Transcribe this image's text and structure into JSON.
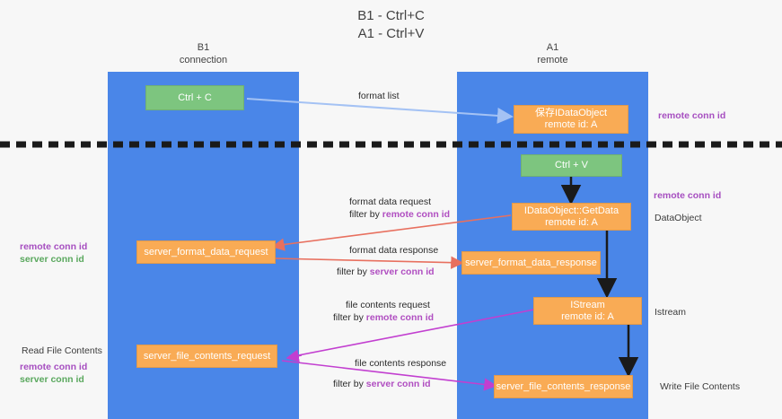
{
  "title": "B1 - Ctrl+C\nA1 - Ctrl+V",
  "columns": {
    "left": "B1\nconnection",
    "right": "A1\nremote"
  },
  "nodes": {
    "ctrl_c": "Ctrl + C",
    "save_idataobject_l1": "保存IDataObject",
    "save_idataobject_l2": "remote id: A",
    "ctrl_v": "Ctrl + V",
    "getdata_l1": "IDataObject::GetData",
    "getdata_l2": "remote id: A",
    "server_format_data_request": "server_format_data_request",
    "server_format_data_response": "server_format_data_response",
    "istream_l1": "IStream",
    "istream_l2": "remote id: A",
    "server_file_contents_request": "server_file_contents_request",
    "server_file_contents_response": "server_file_contents_response"
  },
  "edges": {
    "format_list": "format list",
    "format_data_request": "format data request",
    "format_data_request_filter_prefix": "filter by ",
    "format_data_request_filter_key": "remote conn id",
    "format_data_response": "format data response",
    "format_data_response_filter_prefix": "filter by ",
    "format_data_response_filter_key": "server conn id",
    "file_contents_request": "file contents request",
    "file_contents_request_filter_prefix": "filter by ",
    "file_contents_request_filter_key": "remote conn id",
    "file_contents_response": "file contents response",
    "file_contents_response_filter_prefix": "filter by ",
    "file_contents_response_filter_key": "server conn id"
  },
  "annotations": {
    "right_remote_conn_id_top": "remote conn id",
    "right_remote_conn_id_mid": "remote conn id",
    "right_dataobject": "DataObject",
    "right_istream": "Istream",
    "right_write_file_contents": "Write File Contents",
    "left_remote_conn_id_mid": "remote conn id",
    "left_server_conn_id_mid": "server conn id",
    "left_read_file_contents": "Read File Contents",
    "left_remote_conn_id_bottom": "remote conn id",
    "left_server_conn_id_bottom": "server conn id"
  },
  "colors": {
    "lane": "#4a86e8",
    "node_green": "#7dc57f",
    "node_orange": "#f9ab55",
    "accent_purple": "#a64ec0",
    "accent_green": "#5aa85e",
    "edge_blue": "#a4c2f4",
    "edge_red": "#e8705f",
    "edge_magenta": "#c23fd0",
    "edge_black": "#1a1a1a",
    "divider_black": "#1a1a1a",
    "background": "#f7f7f7"
  }
}
